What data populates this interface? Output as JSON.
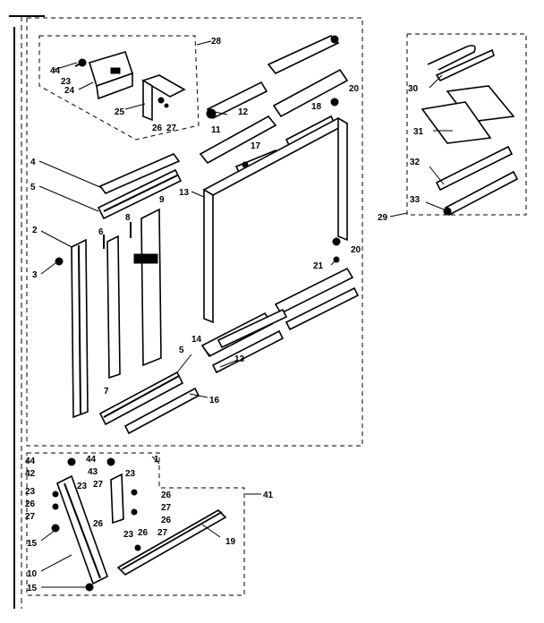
{
  "labels": {
    "l2": "2",
    "l3": "3",
    "l4": "4",
    "l5a": "5",
    "l5b": "5",
    "l6": "6",
    "l7": "7",
    "l8": "8",
    "l9": "9",
    "l10": "10",
    "l11": "11",
    "l12": "12",
    "l13a": "13",
    "l13b": "13",
    "l14": "14",
    "l15a": "15",
    "l15b": "15",
    "l16": "16",
    "l17": "17",
    "l18": "18",
    "l19": "19",
    "l20a": "20",
    "l20b": "20",
    "l21": "21",
    "l23a": "23",
    "l23b": "23",
    "l23c": "23",
    "l23d": "23",
    "l23e": "23",
    "l24": "24",
    "l25": "25",
    "l26a": "26",
    "l26b": "26",
    "l26c": "26",
    "l26d": "26",
    "l26e": "26",
    "l26f": "26",
    "l27a": "27",
    "l27b": "27",
    "l27c": "27",
    "l27d": "27",
    "l27e": "27",
    "l28": "28",
    "l29": "29",
    "l30": "30",
    "l31": "31",
    "l32": "32",
    "l33": "33",
    "l41": "41",
    "l42": "42",
    "l43": "43",
    "l44a": "44",
    "l44b": "44",
    "l44c": "44",
    "l1": "1"
  }
}
